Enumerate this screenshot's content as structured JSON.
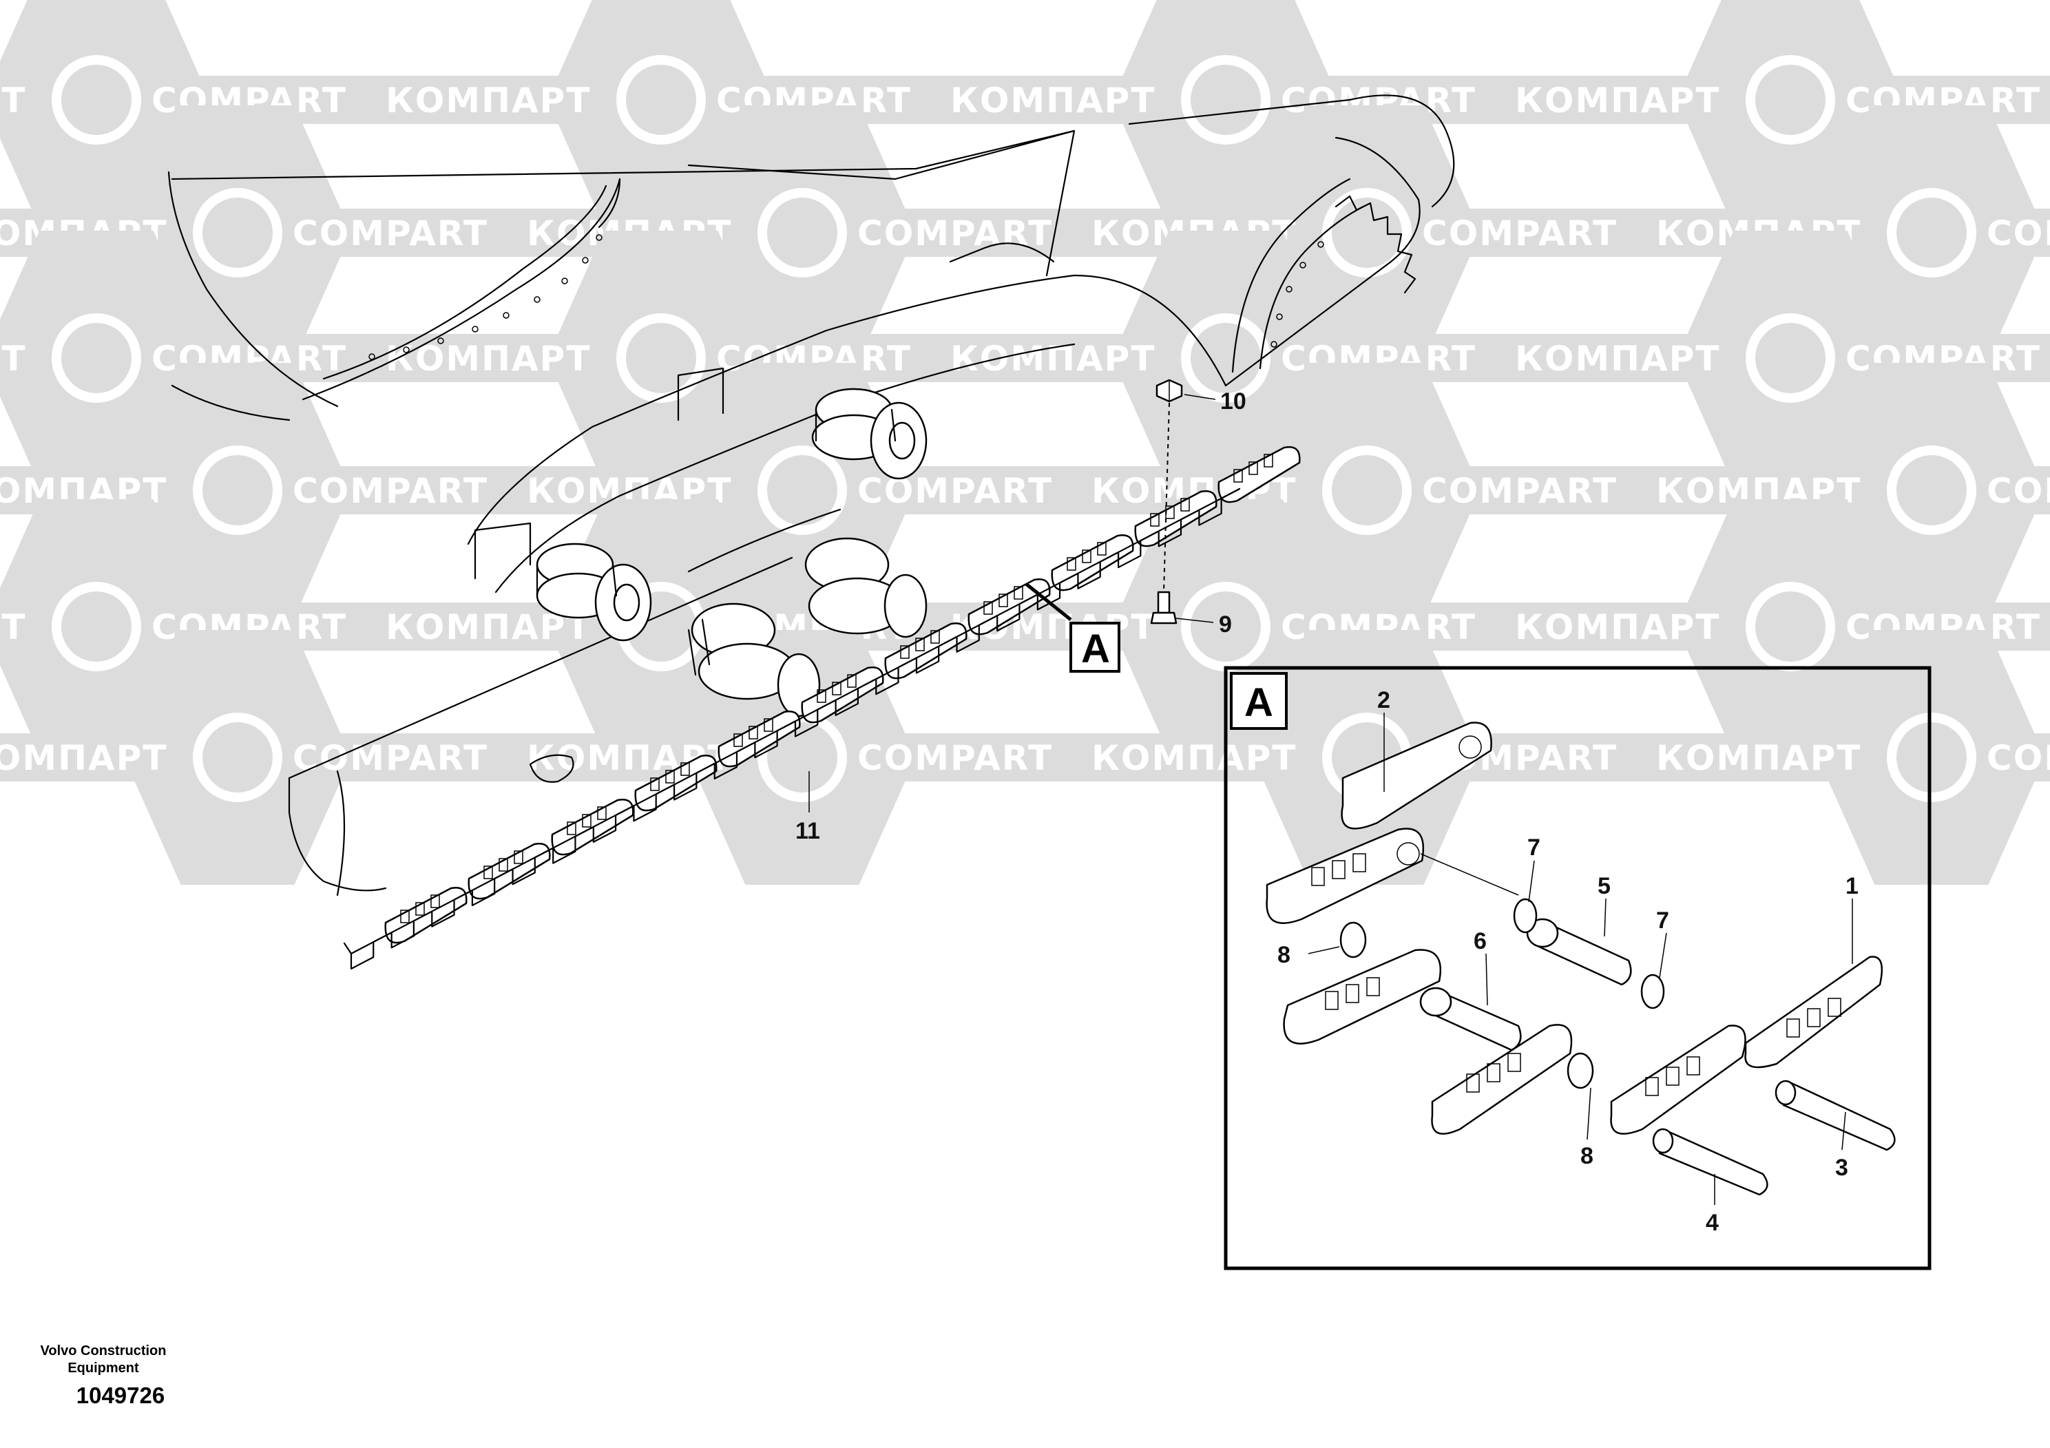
{
  "watermark": {
    "text_latin": "COMPART",
    "text_cyrillic": "КОМПАРТ",
    "color": "#dcdcdc"
  },
  "callouts": {
    "c1": "1",
    "c2": "2",
    "c3": "3",
    "c4": "4",
    "c5": "5",
    "c6": "6",
    "c7a": "7",
    "c7b": "7",
    "c8a": "8",
    "c8b": "8",
    "c9": "9",
    "c10": "10",
    "c11": "11"
  },
  "detail": {
    "label": "A",
    "pointer_label": "A"
  },
  "footer": {
    "brand_line1": "Volvo Construction",
    "brand_line2": "Equipment",
    "drawing_number": "1049726"
  }
}
